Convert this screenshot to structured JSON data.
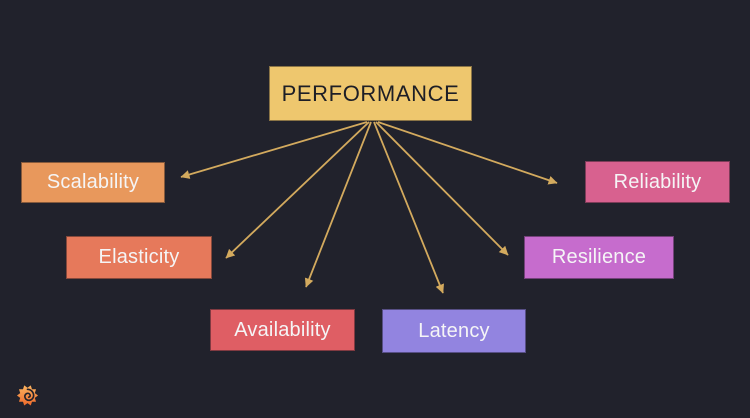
{
  "diagram": {
    "background_color": "#21222c",
    "arrow_color": "#d3aa5e",
    "root": {
      "id": "performance",
      "label": "PERFORMANCE",
      "fill": "#eec76e",
      "text_color": "#1d1e26"
    },
    "nodes": [
      {
        "id": "scalability",
        "label": "Scalability",
        "fill": "#e8985c",
        "text_color": "#f5f5f6"
      },
      {
        "id": "elasticity",
        "label": "Elasticity",
        "fill": "#e6795b",
        "text_color": "#f5f5f6"
      },
      {
        "id": "availability",
        "label": "Availability",
        "fill": "#df5e64",
        "text_color": "#f5f5f6"
      },
      {
        "id": "latency",
        "label": "Latency",
        "fill": "#9284e0",
        "text_color": "#f5f5f6"
      },
      {
        "id": "resilience",
        "label": "Resilience",
        "fill": "#c66ccd",
        "text_color": "#f5f5f6"
      },
      {
        "id": "reliability",
        "label": "Reliability",
        "fill": "#d8618f",
        "text_color": "#f5f5f6"
      }
    ],
    "edges": [
      {
        "from": "performance",
        "to": "scalability"
      },
      {
        "from": "performance",
        "to": "elasticity"
      },
      {
        "from": "performance",
        "to": "availability"
      },
      {
        "from": "performance",
        "to": "latency"
      },
      {
        "from": "performance",
        "to": "resilience"
      },
      {
        "from": "performance",
        "to": "reliability"
      }
    ],
    "logo": {
      "name": "grafana-logo",
      "color_top": "#fcb45f",
      "color_bottom": "#ee6a2c"
    }
  }
}
